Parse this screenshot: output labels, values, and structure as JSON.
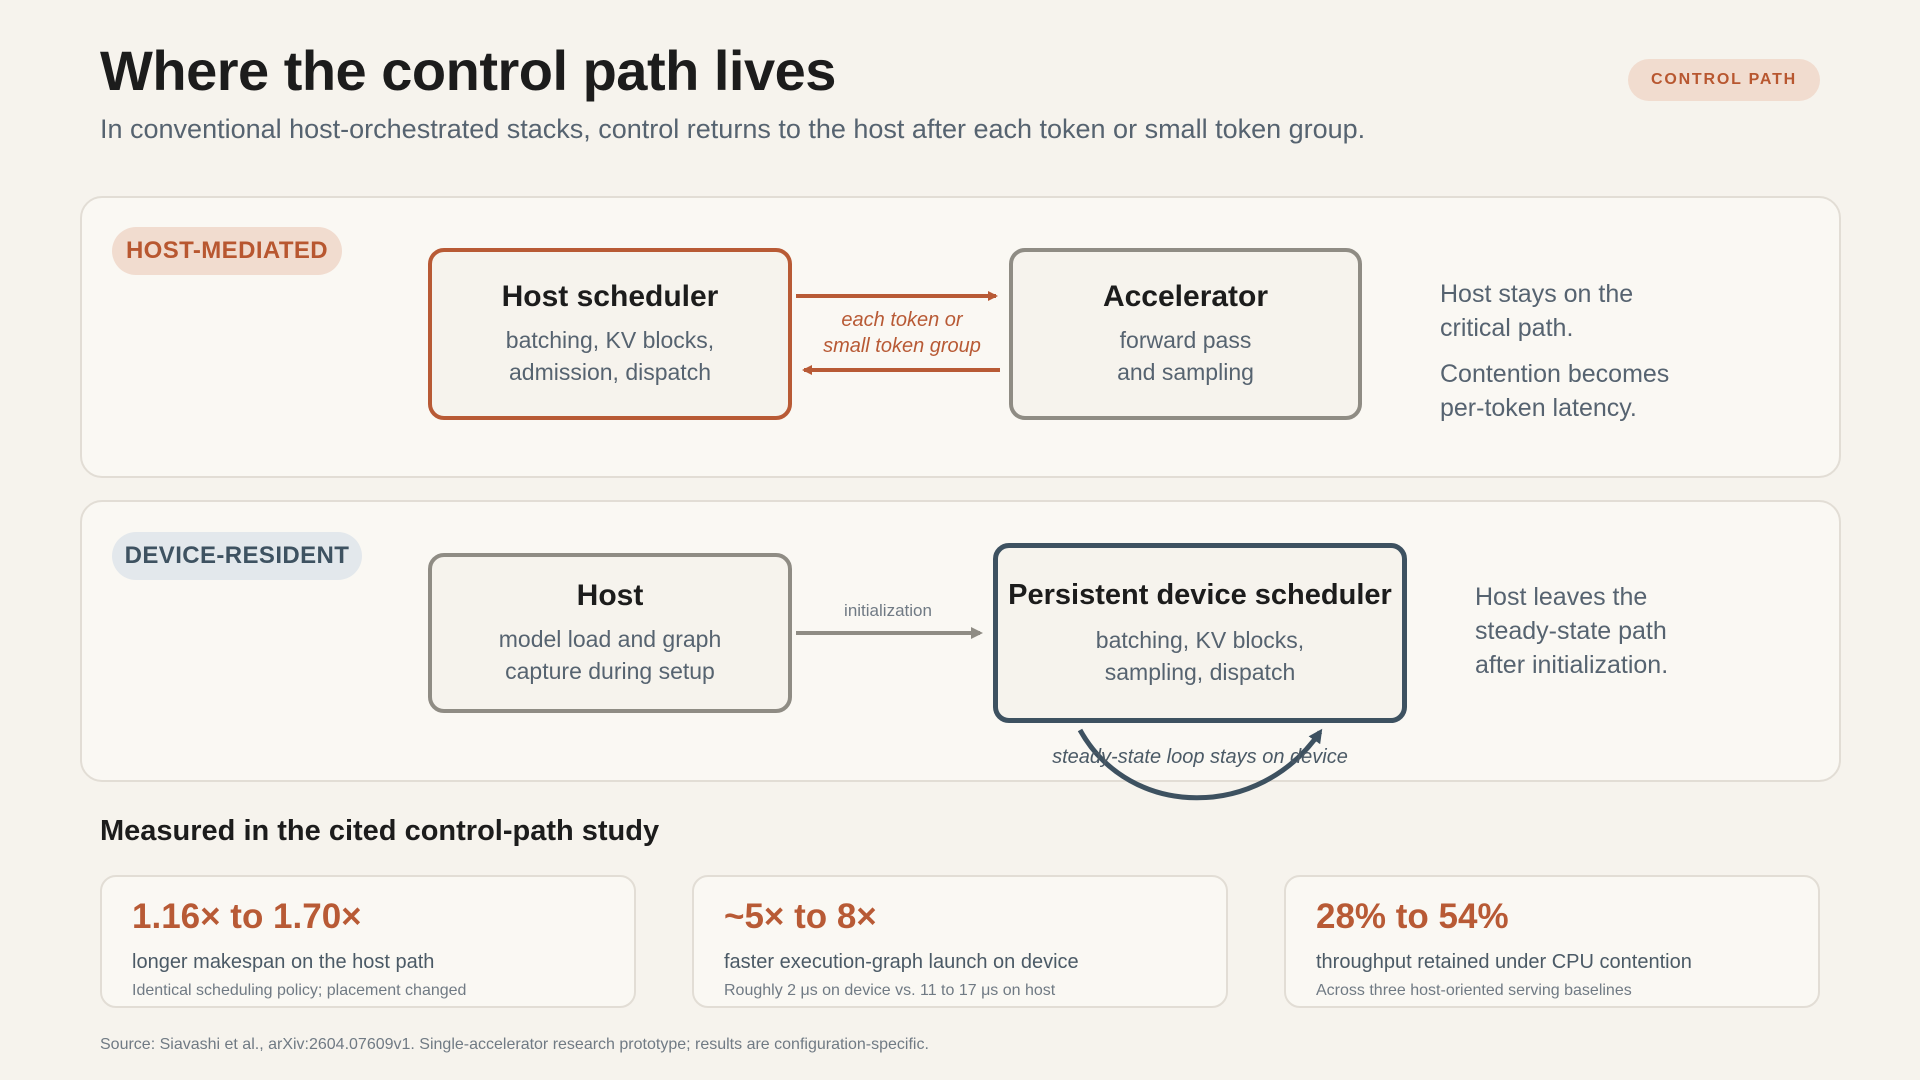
{
  "header": {
    "title": "Where the control path lives",
    "subtitle": "In conventional host-orchestrated stacks, control returns to the host after each token or small token group.",
    "badge": "CONTROL PATH"
  },
  "host_mediated": {
    "tag": "HOST-MEDIATED",
    "scheduler": {
      "title": "Host scheduler",
      "line1": "batching, KV blocks,",
      "line2": "admission, dispatch"
    },
    "accelerator": {
      "title": "Accelerator",
      "line1": "forward pass",
      "line2": "and sampling"
    },
    "edge_label_line1": "each token or",
    "edge_label_line2": "small token group",
    "note1_line1": "Host stays on the",
    "note1_line2": "critical path.",
    "note2_line1": "Contention becomes",
    "note2_line2": "per-token latency."
  },
  "device_resident": {
    "tag": "DEVICE-RESIDENT",
    "host": {
      "title": "Host",
      "line1": "model load and graph",
      "line2": "capture during setup"
    },
    "device_scheduler": {
      "title": "Persistent device scheduler",
      "line1": "batching, KV blocks,",
      "line2": "sampling, dispatch"
    },
    "edge_label": "initialization",
    "loop_label": "steady-state loop stays on device",
    "note_line1": "Host leaves the",
    "note_line2": "steady-state path",
    "note_line3": "after initialization."
  },
  "measured": {
    "title": "Measured in the cited control-path study",
    "stats": [
      {
        "value": "1.16× to 1.70×",
        "description": "longer makespan on the host path",
        "note": "Identical scheduling policy; placement changed"
      },
      {
        "value": "~5× to 8×",
        "description": "faster execution-graph launch on device",
        "note": "Roughly 2 μs on device vs. 11 to 17 μs on host"
      },
      {
        "value": "28% to 54%",
        "description": "throughput retained under CPU contention",
        "note": "Across three host-oriented serving baselines"
      }
    ]
  },
  "source": "Source: Siavashi et al., arXiv:2604.07609v1. Single-accelerator research prototype; results are configuration-specific.",
  "colors": {
    "accent": "#b85a35",
    "device": "#3d5160",
    "neutral": "#8f8c84",
    "background": "#f6f3ed"
  }
}
